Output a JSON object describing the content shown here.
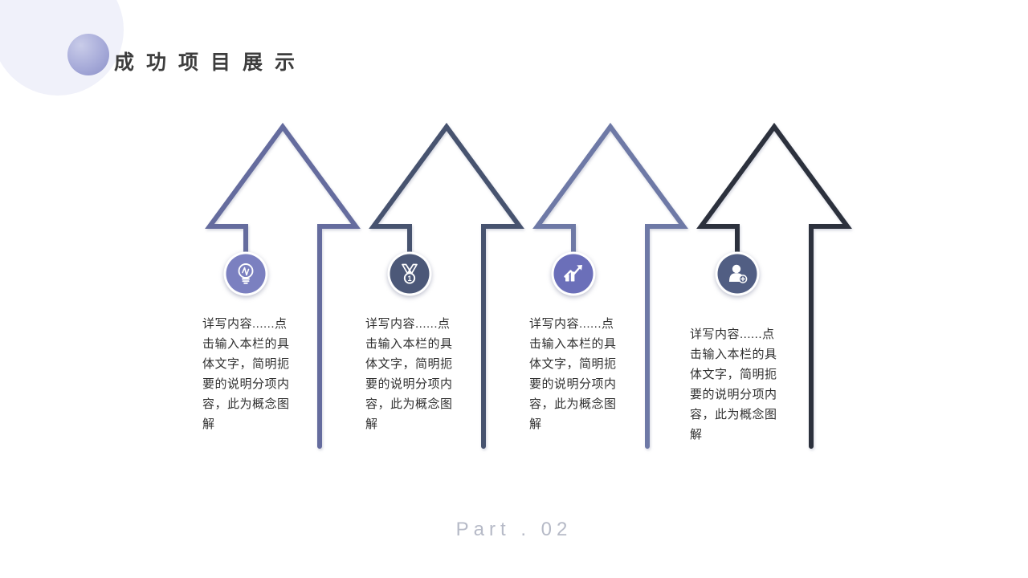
{
  "slide": {
    "title": "成功项目展示",
    "part_label": "Part . 02"
  },
  "items": [
    {
      "icon": "lightbulb-icon",
      "arrow_color": "#656c9e",
      "icon_bg": "#7b80c0",
      "text": "详写内容......点\n击输入本栏的具\n体文字，简明扼\n要的说明分项内\n容，此为概念图\n解"
    },
    {
      "icon": "medal-icon",
      "medal_rank": "1",
      "arrow_color": "#47536f",
      "icon_bg": "#4c5878",
      "text": "详写内容......点\n击输入本栏的具\n体文字，简明扼\n要的说明分项内\n容，此为概念图\n解"
    },
    {
      "icon": "growth-chart-icon",
      "arrow_color": "#6e79a6",
      "icon_bg": "#6b6fb9",
      "text": "详写内容......点\n击输入本栏的具\n体文字，简明扼\n要的说明分项内\n容，此为概念图\n解"
    },
    {
      "icon": "add-user-icon",
      "arrow_color": "#2c313d",
      "icon_bg": "#515e83",
      "text": "详写内容......点\n击输入本栏的具\n体文字，简明扼\n要的说明分项内\n容，此为概念图\n解"
    }
  ],
  "colors": {
    "background": "#ffffff",
    "header_circle": "#f0f1fa",
    "header_ball_light": "#c9cce9",
    "header_ball_dark": "#8b90c8",
    "title_text": "#3d3d3d",
    "body_text": "#2f2f2f",
    "part_label_text": "#b6bac7"
  }
}
